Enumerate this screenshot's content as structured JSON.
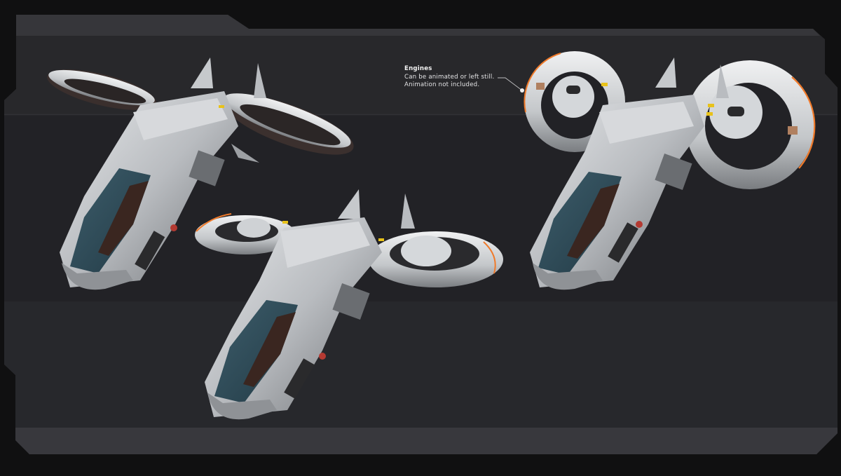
{
  "callout": {
    "title": "Engines",
    "lines": [
      "Can be animated or left still.",
      "Animation not included."
    ]
  },
  "colors": {
    "page_bg": "#101011",
    "panel_top_band": "#36363a",
    "panel_header": "#28282b",
    "panel_mid": "#222226",
    "panel_lower": "#27282c",
    "panel_footer": "#38383d",
    "divider": "#303035",
    "hull": "#c9cccf",
    "hull_dark": "#6b6e72",
    "canopy_glass": "#2f4a57",
    "canopy_interior": "#3a2620",
    "accent_orange": "#f07a2a",
    "accent_yellow": "#e8c21a"
  },
  "ships": [
    {
      "name": "ship-rotors-vertical",
      "view": "engines-folded"
    },
    {
      "name": "ship-rotors-horizontal",
      "view": "engines-flat"
    },
    {
      "name": "ship-rotors-top",
      "view": "engines-open"
    }
  ]
}
